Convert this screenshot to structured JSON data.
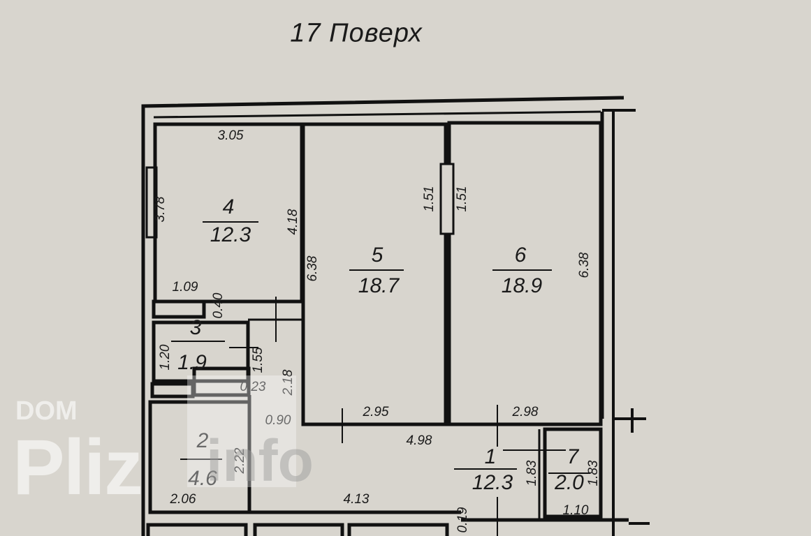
{
  "title": "17 Поверх",
  "rooms": [
    {
      "number": "1",
      "area": "12.3"
    },
    {
      "number": "2",
      "area": "4.6"
    },
    {
      "number": "3",
      "area": "1.9"
    },
    {
      "number": "4",
      "area": "12.3"
    },
    {
      "number": "5",
      "area": "18.7"
    },
    {
      "number": "6",
      "area": "18.9"
    },
    {
      "number": "7",
      "area": "2.0"
    }
  ],
  "dimensions": {
    "r4_top": "3.05",
    "r4_left": "3.78",
    "r4_right": "4.18",
    "r5_wall": "1.51",
    "r6_wall": "1.51",
    "r5_left": "6.38",
    "r6_right": "6.38",
    "niche_w": "1.09",
    "niche_h": "0.40",
    "r3_h": "1.20",
    "corr_h": "1.55",
    "corr_h2": "2.18",
    "corr_w": "0.23",
    "door_w": "0.90",
    "r5_bottom": "2.95",
    "hall_w": "4.98",
    "r6_bottom": "2.98",
    "hall_h": "1.83",
    "r7_h": "1.83",
    "r7_w": "1.10",
    "r2_h": "2.22",
    "r2_w": "2.06",
    "hall_bottom": "4.13",
    "entry": "0.19"
  },
  "watermark": {
    "top": "DOM",
    "brand": "Pliz",
    "suffix": "info"
  }
}
